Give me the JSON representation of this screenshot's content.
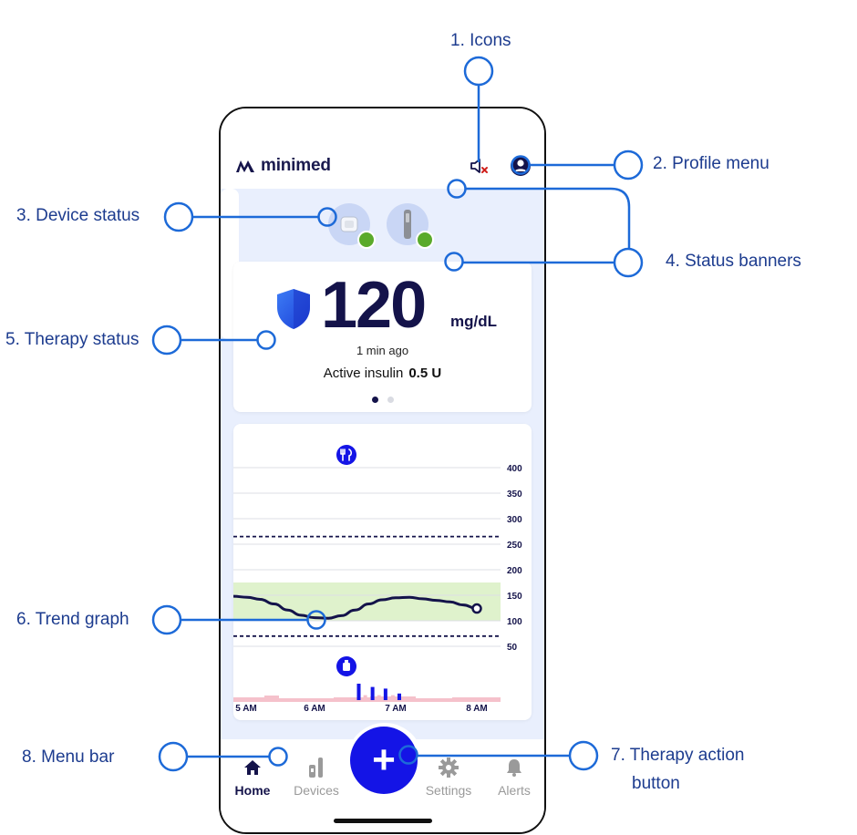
{
  "callouts": {
    "icons": "1. Icons",
    "profile_menu": "2. Profile menu",
    "device_status": "3. Device status",
    "status_banners": "4. Status banners",
    "therapy_status": "5. Therapy status",
    "trend_graph": "6. Trend graph",
    "therapy_action_line1": "7. Therapy action",
    "therapy_action_line2": "button",
    "menu_bar": "8. Menu bar"
  },
  "header": {
    "brand": "minimed",
    "icons": [
      "sound-off-icon",
      "profile-icon"
    ]
  },
  "devices": [
    {
      "icon": "pump-icon",
      "status": "ok"
    },
    {
      "icon": "sensor-icon",
      "status": "ok"
    }
  ],
  "therapy": {
    "glucose_value": "120",
    "unit": "mg/dL",
    "last_reading": "1 min ago",
    "active_insulin_label": "Active insulin",
    "active_insulin_value": "0.5 U",
    "pages_total": 2,
    "page_current": 1
  },
  "chart_data": {
    "type": "line",
    "x_tick_labels": [
      "5 AM",
      "6 AM",
      "7 AM",
      "8 AM"
    ],
    "x_range_hours": [
      5,
      8
    ],
    "y_tick_labels": [
      "400",
      "350",
      "300",
      "250",
      "200",
      "150",
      "100",
      "50"
    ],
    "ylim": [
      50,
      400
    ],
    "target_range": [
      100,
      175
    ],
    "limit_lines": [
      70,
      265
    ],
    "glucose_series": {
      "x": [
        5.0,
        5.17,
        5.33,
        5.5,
        5.67,
        5.83,
        6.0,
        6.17,
        6.33,
        6.5,
        6.67,
        6.83,
        7.0,
        7.17,
        7.33,
        7.5,
        7.67,
        7.83,
        8.0
      ],
      "y": [
        148,
        146,
        142,
        133,
        121,
        111,
        106,
        105,
        110,
        121,
        133,
        141,
        145,
        146,
        143,
        140,
        137,
        131,
        124
      ]
    },
    "markers": [
      "meal-icon",
      "insulin-icon"
    ],
    "insulin_bars": {
      "x": [
        6.5,
        6.58,
        6.67,
        6.75,
        6.83,
        6.92,
        7.0
      ],
      "values": [
        1.0,
        0.3,
        0.8,
        0.3,
        0.7,
        0.3,
        0.4
      ]
    },
    "basal_band": "low-basal-band",
    "grid": true
  },
  "menu": {
    "items": [
      {
        "label": "Home",
        "icon": "home-icon",
        "active": true
      },
      {
        "label": "Devices",
        "icon": "devices-icon",
        "active": false
      },
      {
        "label": "Settings",
        "icon": "gear-icon",
        "active": false
      },
      {
        "label": "Alerts",
        "icon": "bell-icon",
        "active": false
      }
    ],
    "action_button_icon": "plus-icon"
  },
  "colors": {
    "accent": "#1414e6",
    "navy": "#14134a",
    "callout": "#1d6ad8",
    "content_bg": "#e9effd",
    "status_ok": "#5aaa2b",
    "target_band": "#dff2cc",
    "basal_band": "#f5c1cb"
  }
}
